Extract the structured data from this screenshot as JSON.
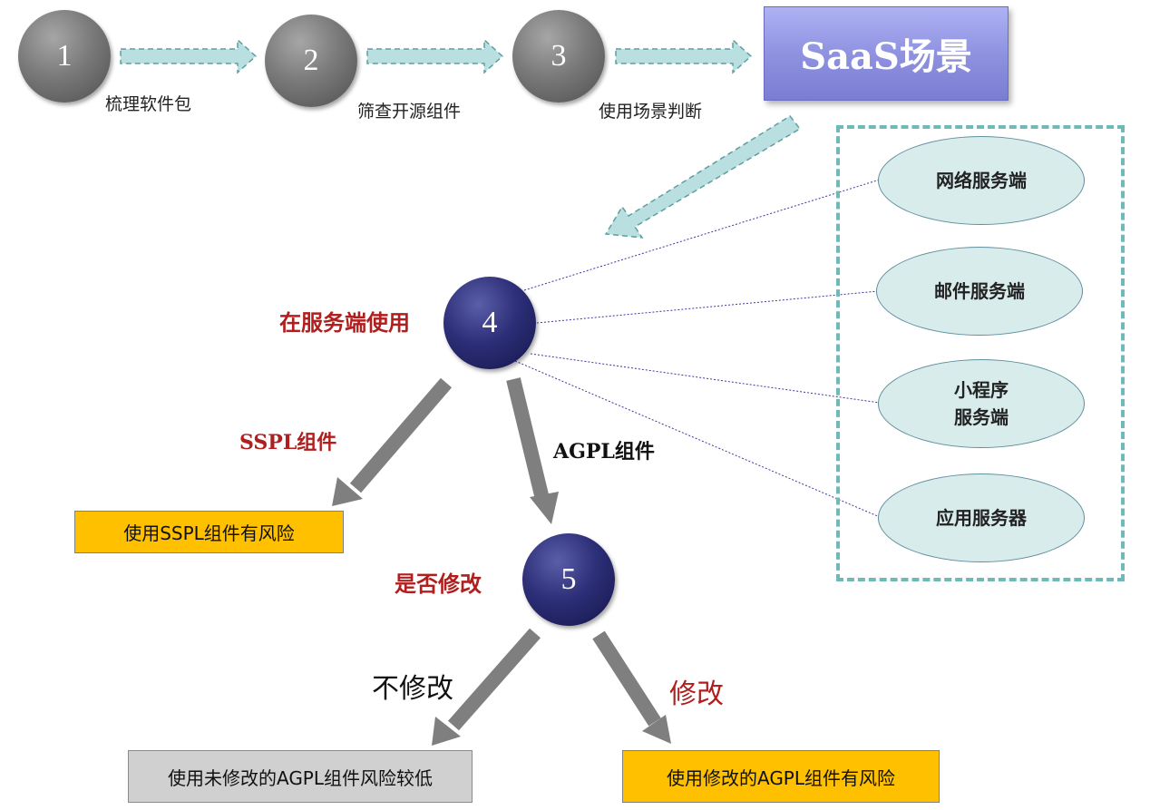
{
  "steps": [
    {
      "num": "1",
      "label": "梳理软件包"
    },
    {
      "num": "2",
      "label": "筛查开源组件"
    },
    {
      "num": "3",
      "label": "使用场景判断"
    }
  ],
  "saas": {
    "title": "SaaS场景"
  },
  "servers": [
    {
      "label": "网络服务端"
    },
    {
      "label": "邮件服务端"
    },
    {
      "label": "小程序\n服务端"
    },
    {
      "label": "应用服务器"
    }
  ],
  "node4": {
    "num": "4",
    "label": "在服务端使用"
  },
  "node5": {
    "num": "5",
    "label": "是否修改"
  },
  "branches": {
    "sspl": "SSPL组件",
    "agpl": "AGPL组件",
    "unmodified": "不修改",
    "modified": "修改"
  },
  "results": {
    "sspl_risk": "使用SSPL组件有风险",
    "unmodified_agpl": "使用未修改的AGPL组件风险较低",
    "modified_agpl": "使用修改的AGPL组件有风险"
  },
  "colors": {
    "step_circle": "#7a7a7a",
    "decision_circle": "#2d2f78",
    "saas_box": "#8f92e0",
    "dashed_border": "#6fb9b8",
    "ellipse_fill": "#d9ecec",
    "risk_box": "#ffc000",
    "low_risk_box": "#d0d0d0",
    "red_text": "#b01e1e",
    "flow_arrow": "#b9dfe0",
    "decision_arrow": "#7f7f7f"
  }
}
